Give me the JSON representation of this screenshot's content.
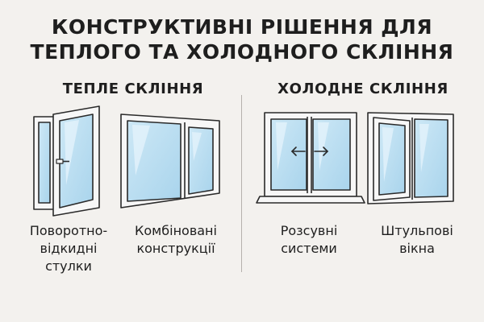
{
  "title": {
    "line1": "КОНСТРУКТИВНІ РІШЕННЯ ДЛЯ",
    "line2": "ТЕПЛОГО ТА ХОЛОДНОГО СКЛІННЯ"
  },
  "warm": {
    "heading": "ТЕПЛЕ СКЛІННЯ",
    "items": [
      {
        "icon": "tilt-turn-window-icon",
        "caption": [
          "Поворотно-",
          "відкидні",
          "стулки"
        ]
      },
      {
        "icon": "combined-window-icon",
        "caption": [
          "Комбіновані",
          "конструкції"
        ]
      }
    ]
  },
  "cold": {
    "heading": "ХОЛОДНЕ СКЛІННЯ",
    "items": [
      {
        "icon": "sliding-window-icon",
        "caption": [
          "Розсувні",
          "системи"
        ]
      },
      {
        "icon": "shtulp-window-icon",
        "caption": [
          "Штульпові",
          "вікна"
        ]
      }
    ]
  },
  "colors": {
    "background": "#f3f1ee",
    "frame": "#f7f7f7",
    "outline": "#2a2a2a",
    "glass": "#bfe0f1",
    "glass_shine": "#e4f3fb"
  }
}
